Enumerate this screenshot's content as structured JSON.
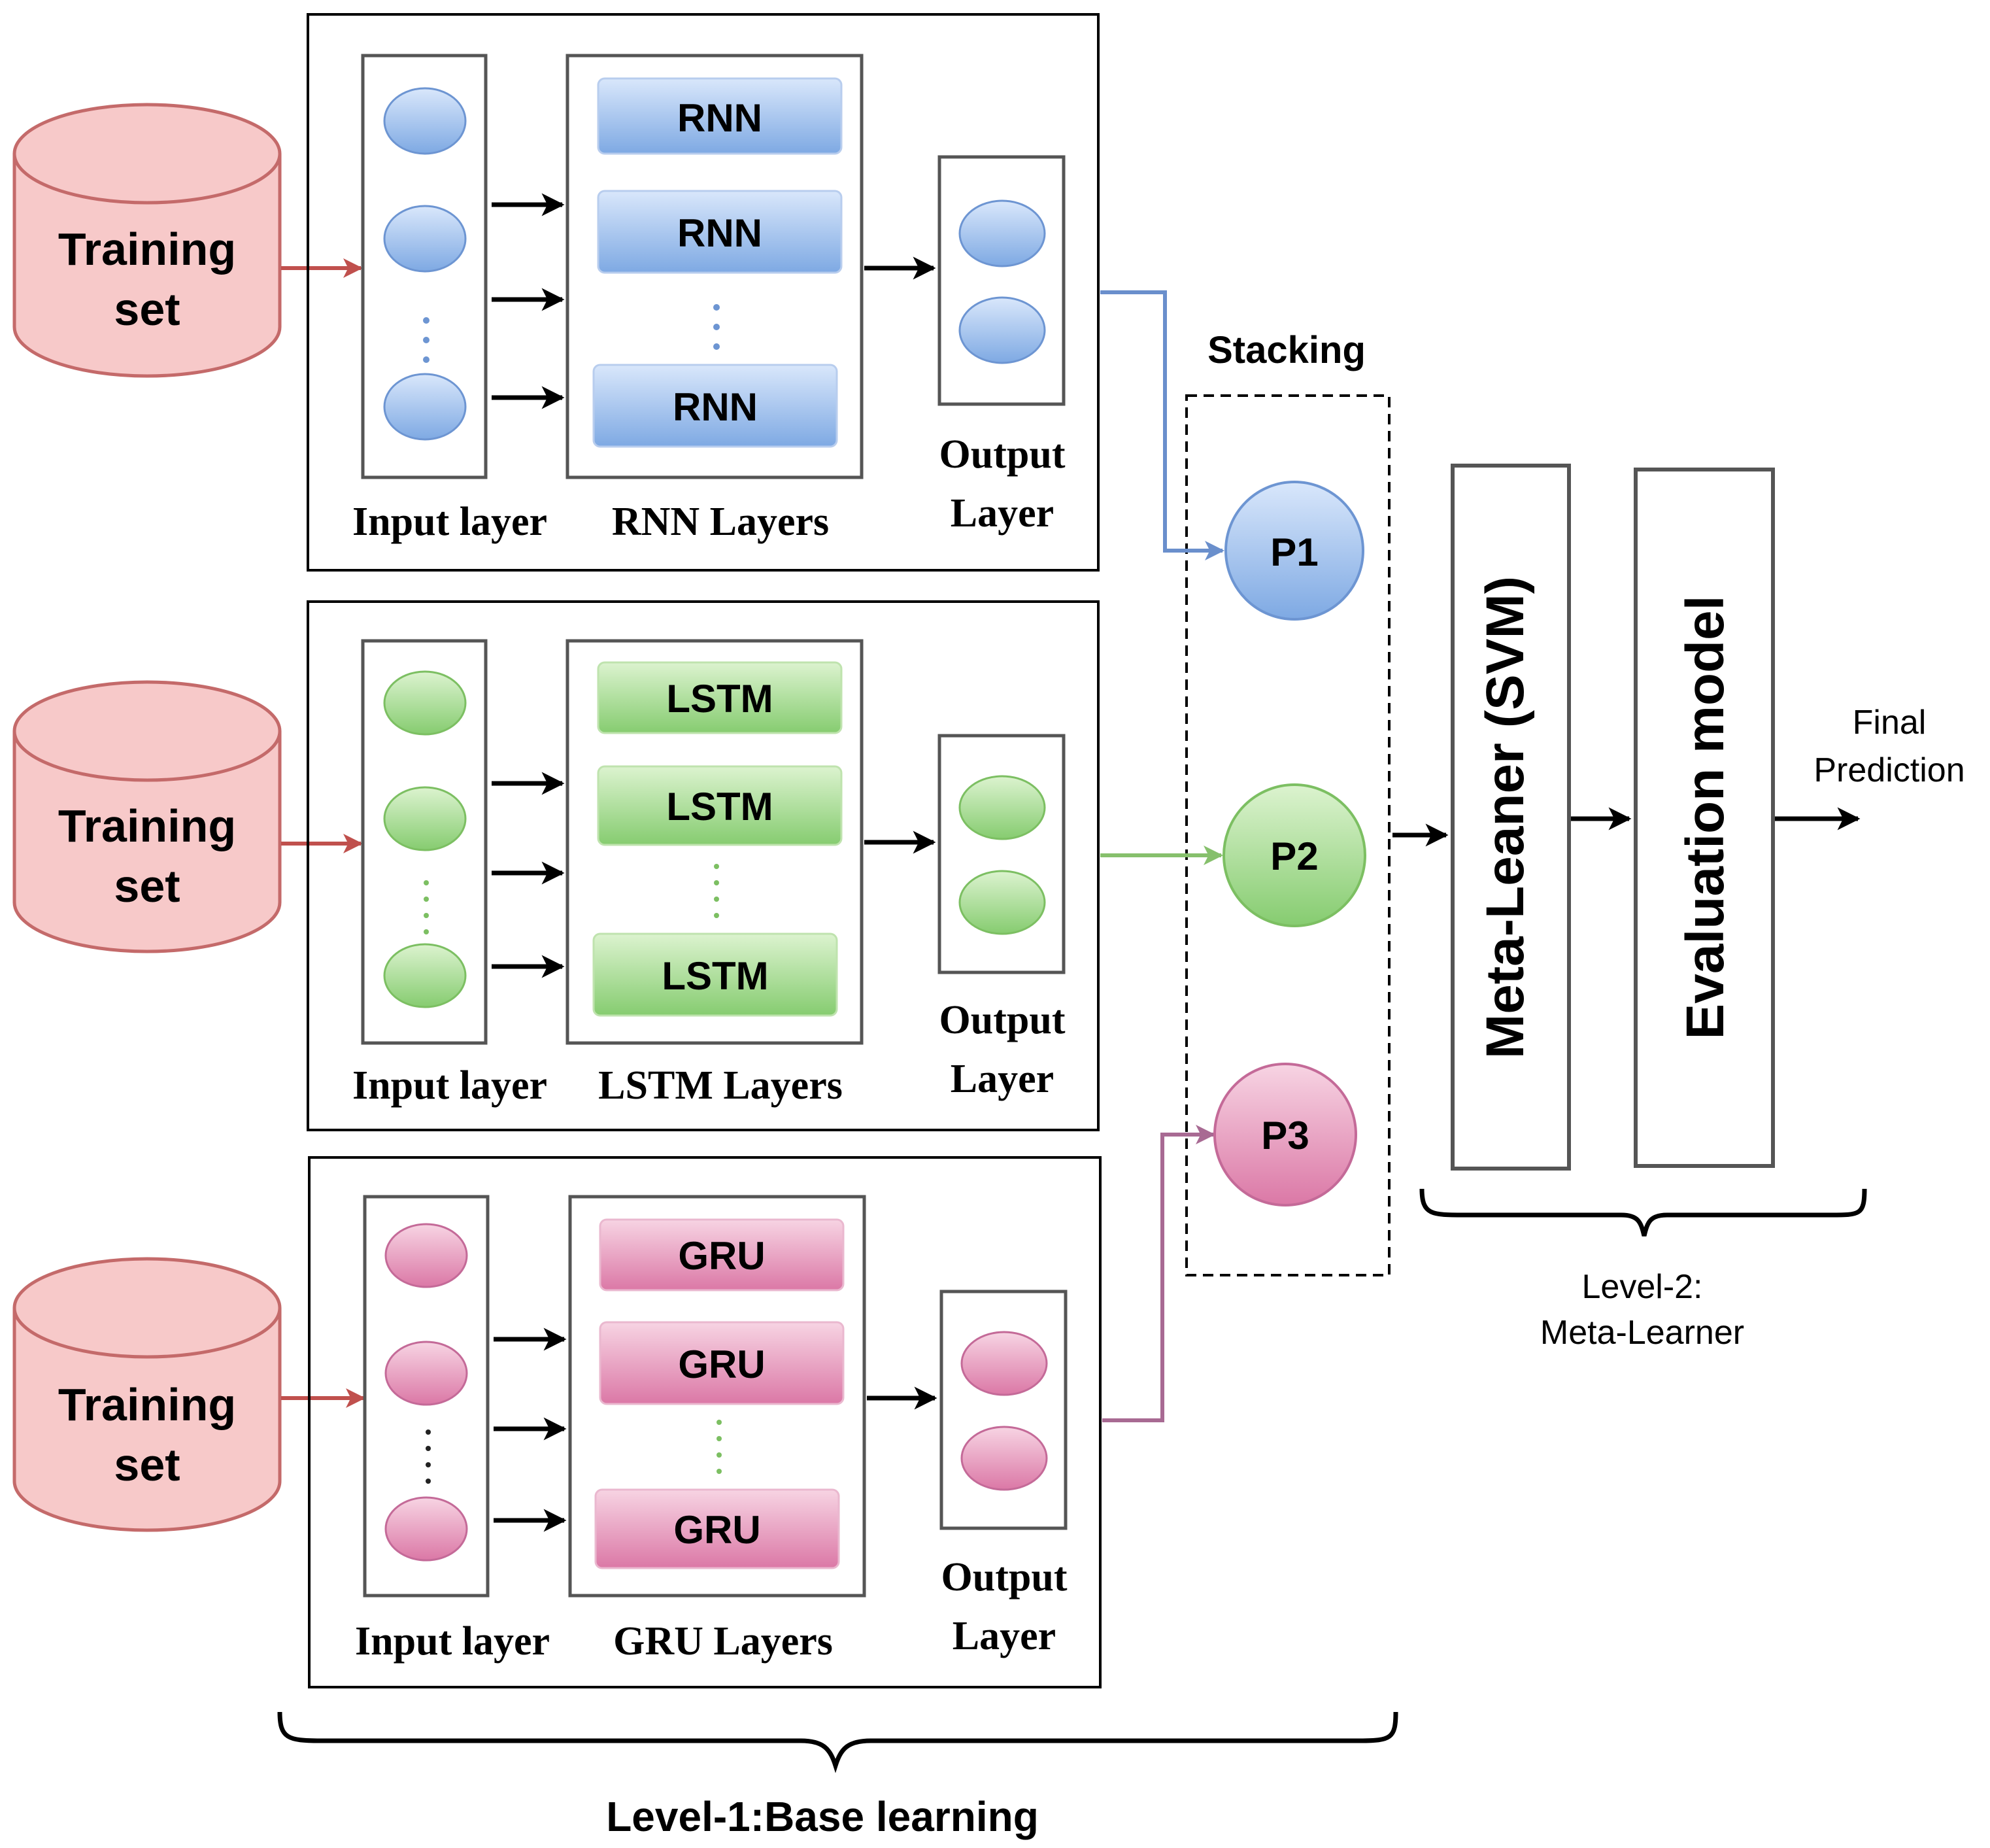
{
  "training": {
    "line1": "Training",
    "line2": "set"
  },
  "branches": [
    {
      "layer_label": "RNN",
      "input_caption": "Input layer",
      "hidden_caption": "RNN Layers",
      "output_caption_1": "Output",
      "output_caption_2": "Layer",
      "prediction": "P1",
      "colors": {
        "light": "#cfe0f8",
        "dark": "#7ea9e3",
        "line": "#6a8fcc",
        "border": "#6d95d2"
      }
    },
    {
      "layer_label": "LSTM",
      "input_caption": "Input layer",
      "hidden_caption": "LSTM Layers",
      "output_caption_1": "Output",
      "output_caption_2": "Layer",
      "prediction": "P2",
      "colors": {
        "light": "#d6f0c6",
        "dark": "#8fd07a",
        "line": "#86c06c",
        "border": "#7cbf62"
      }
    },
    {
      "layer_label": "GRU",
      "input_caption": "Input layer",
      "hidden_caption": "GRU Layers",
      "output_caption_1": "Output",
      "output_caption_2": "Layer",
      "prediction": "P3",
      "colors": {
        "light": "#f3c9dc",
        "dark": "#dd7fab",
        "line": "#a86a93",
        "border": "#c46a98"
      }
    }
  ],
  "stacking_label": "Stacking",
  "meta_learner_label": "Meta-Leaner (SVM)",
  "evaluation_label": "Evaluation model",
  "final_prediction": {
    "line1": "Final",
    "line2": "Prediction"
  },
  "level2": {
    "line1": "Level-2:",
    "line2": "Meta-Learner"
  },
  "level1_label": "Level-1:Base learning",
  "colors": {
    "cylinder_fill": "#f7c9c9",
    "cylinder_stroke": "#c46a6a",
    "training_arrow": "#c0504d"
  }
}
